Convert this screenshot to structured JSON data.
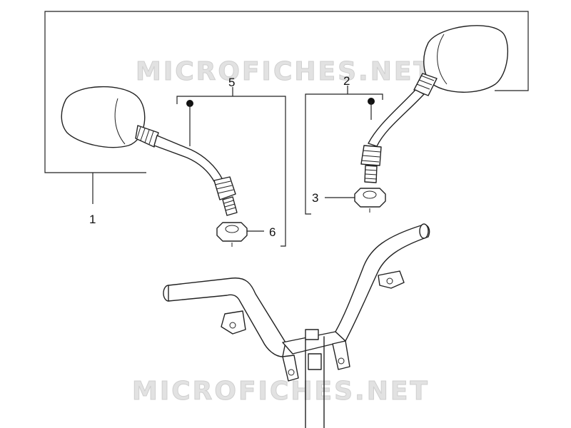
{
  "watermark": "MICROFICHES.NET",
  "callouts": [
    {
      "id": "1",
      "label": "1"
    },
    {
      "id": "2",
      "label": "2"
    },
    {
      "id": "3",
      "label": "3"
    },
    {
      "id": "5",
      "label": "5"
    },
    {
      "id": "6",
      "label": "6"
    }
  ],
  "colors": {
    "line": "#222222",
    "watermark": "#e2e2e2",
    "background": "#ffffff"
  }
}
